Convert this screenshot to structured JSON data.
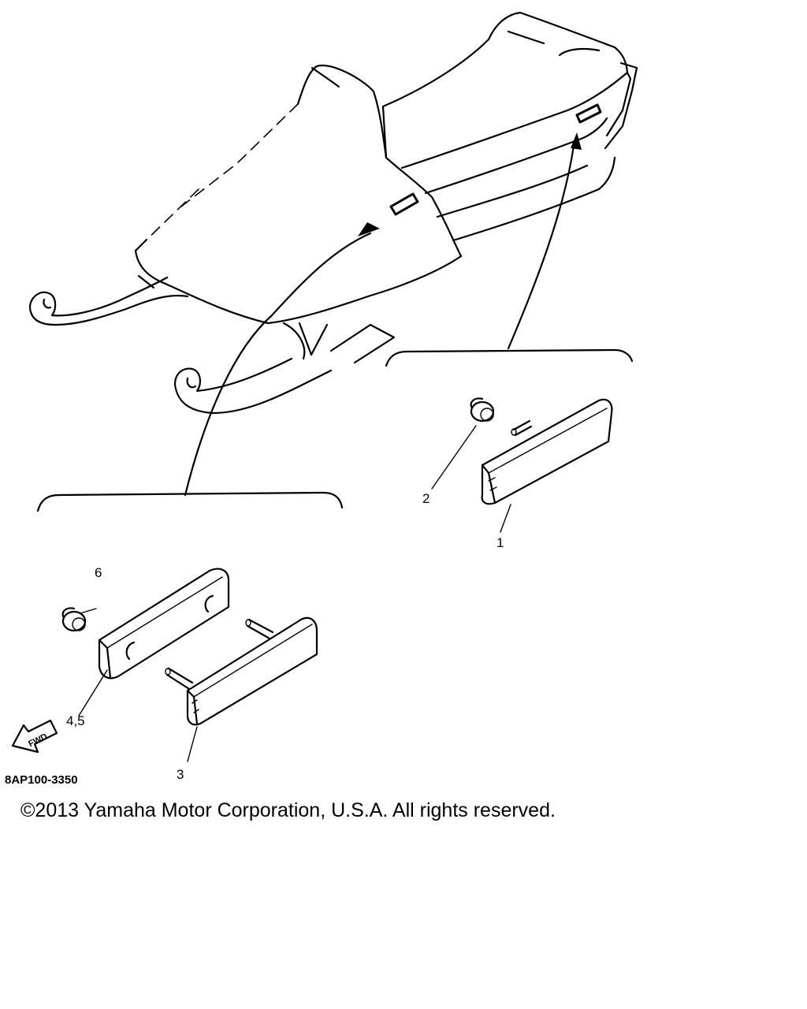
{
  "diagram": {
    "callouts": {
      "part_1": "1",
      "part_2": "2",
      "part_3": "3",
      "part_4_5": "4,5",
      "part_6": "6"
    },
    "fwd_label": "FWD",
    "drawing_code": "8AP100-3350"
  },
  "footer": {
    "copyright": "©2013 Yamaha Motor Corporation, U.S.A. All rights reserved."
  }
}
